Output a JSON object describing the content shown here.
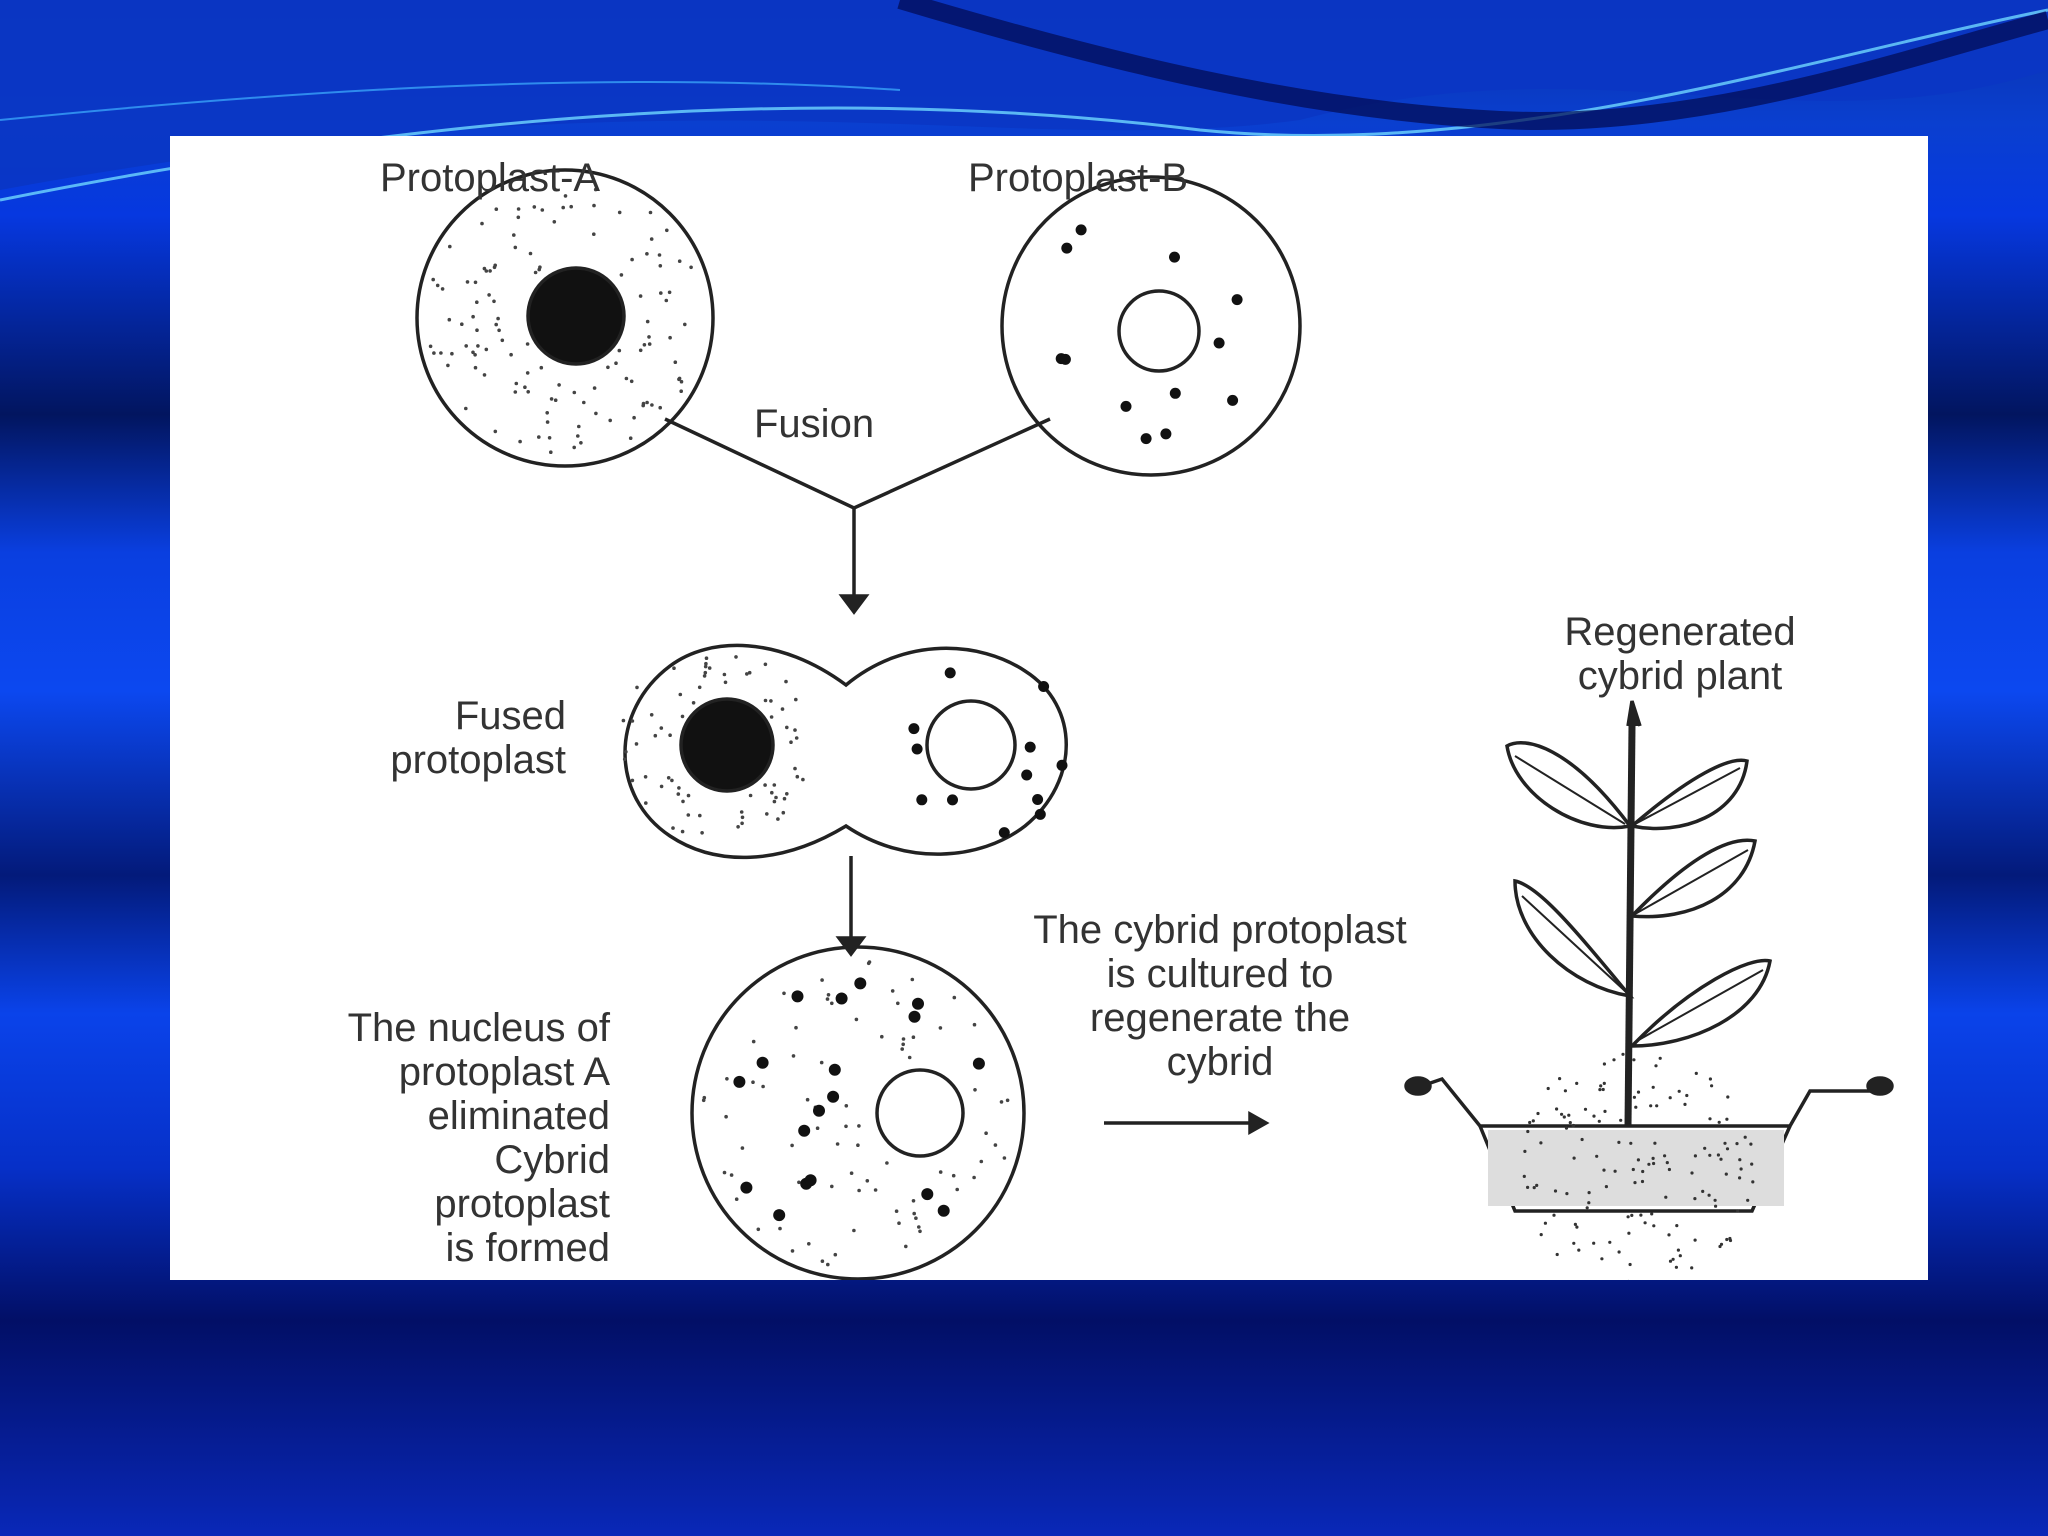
{
  "diagram": {
    "labels": {
      "protoplast_a": "Protoplast-A",
      "protoplast_b": "Protoplast-B",
      "fusion": "Fusion",
      "fused_protoplast": "Fused\nprotoplast",
      "cybrid_cultured": "The cybrid protoplast\nis cultured to\nregenerate the\ncybrid",
      "nucleus_eliminated": "The nucleus of\nprotoplast A\neliminated\nCybrid\nprotoplast\nis formed",
      "regenerated_plant": "Regenerated\ncybrid plant"
    }
  },
  "colors": {
    "panel": "#ffffff",
    "ink": "#222222",
    "background_blue": "#0a3fe0"
  }
}
